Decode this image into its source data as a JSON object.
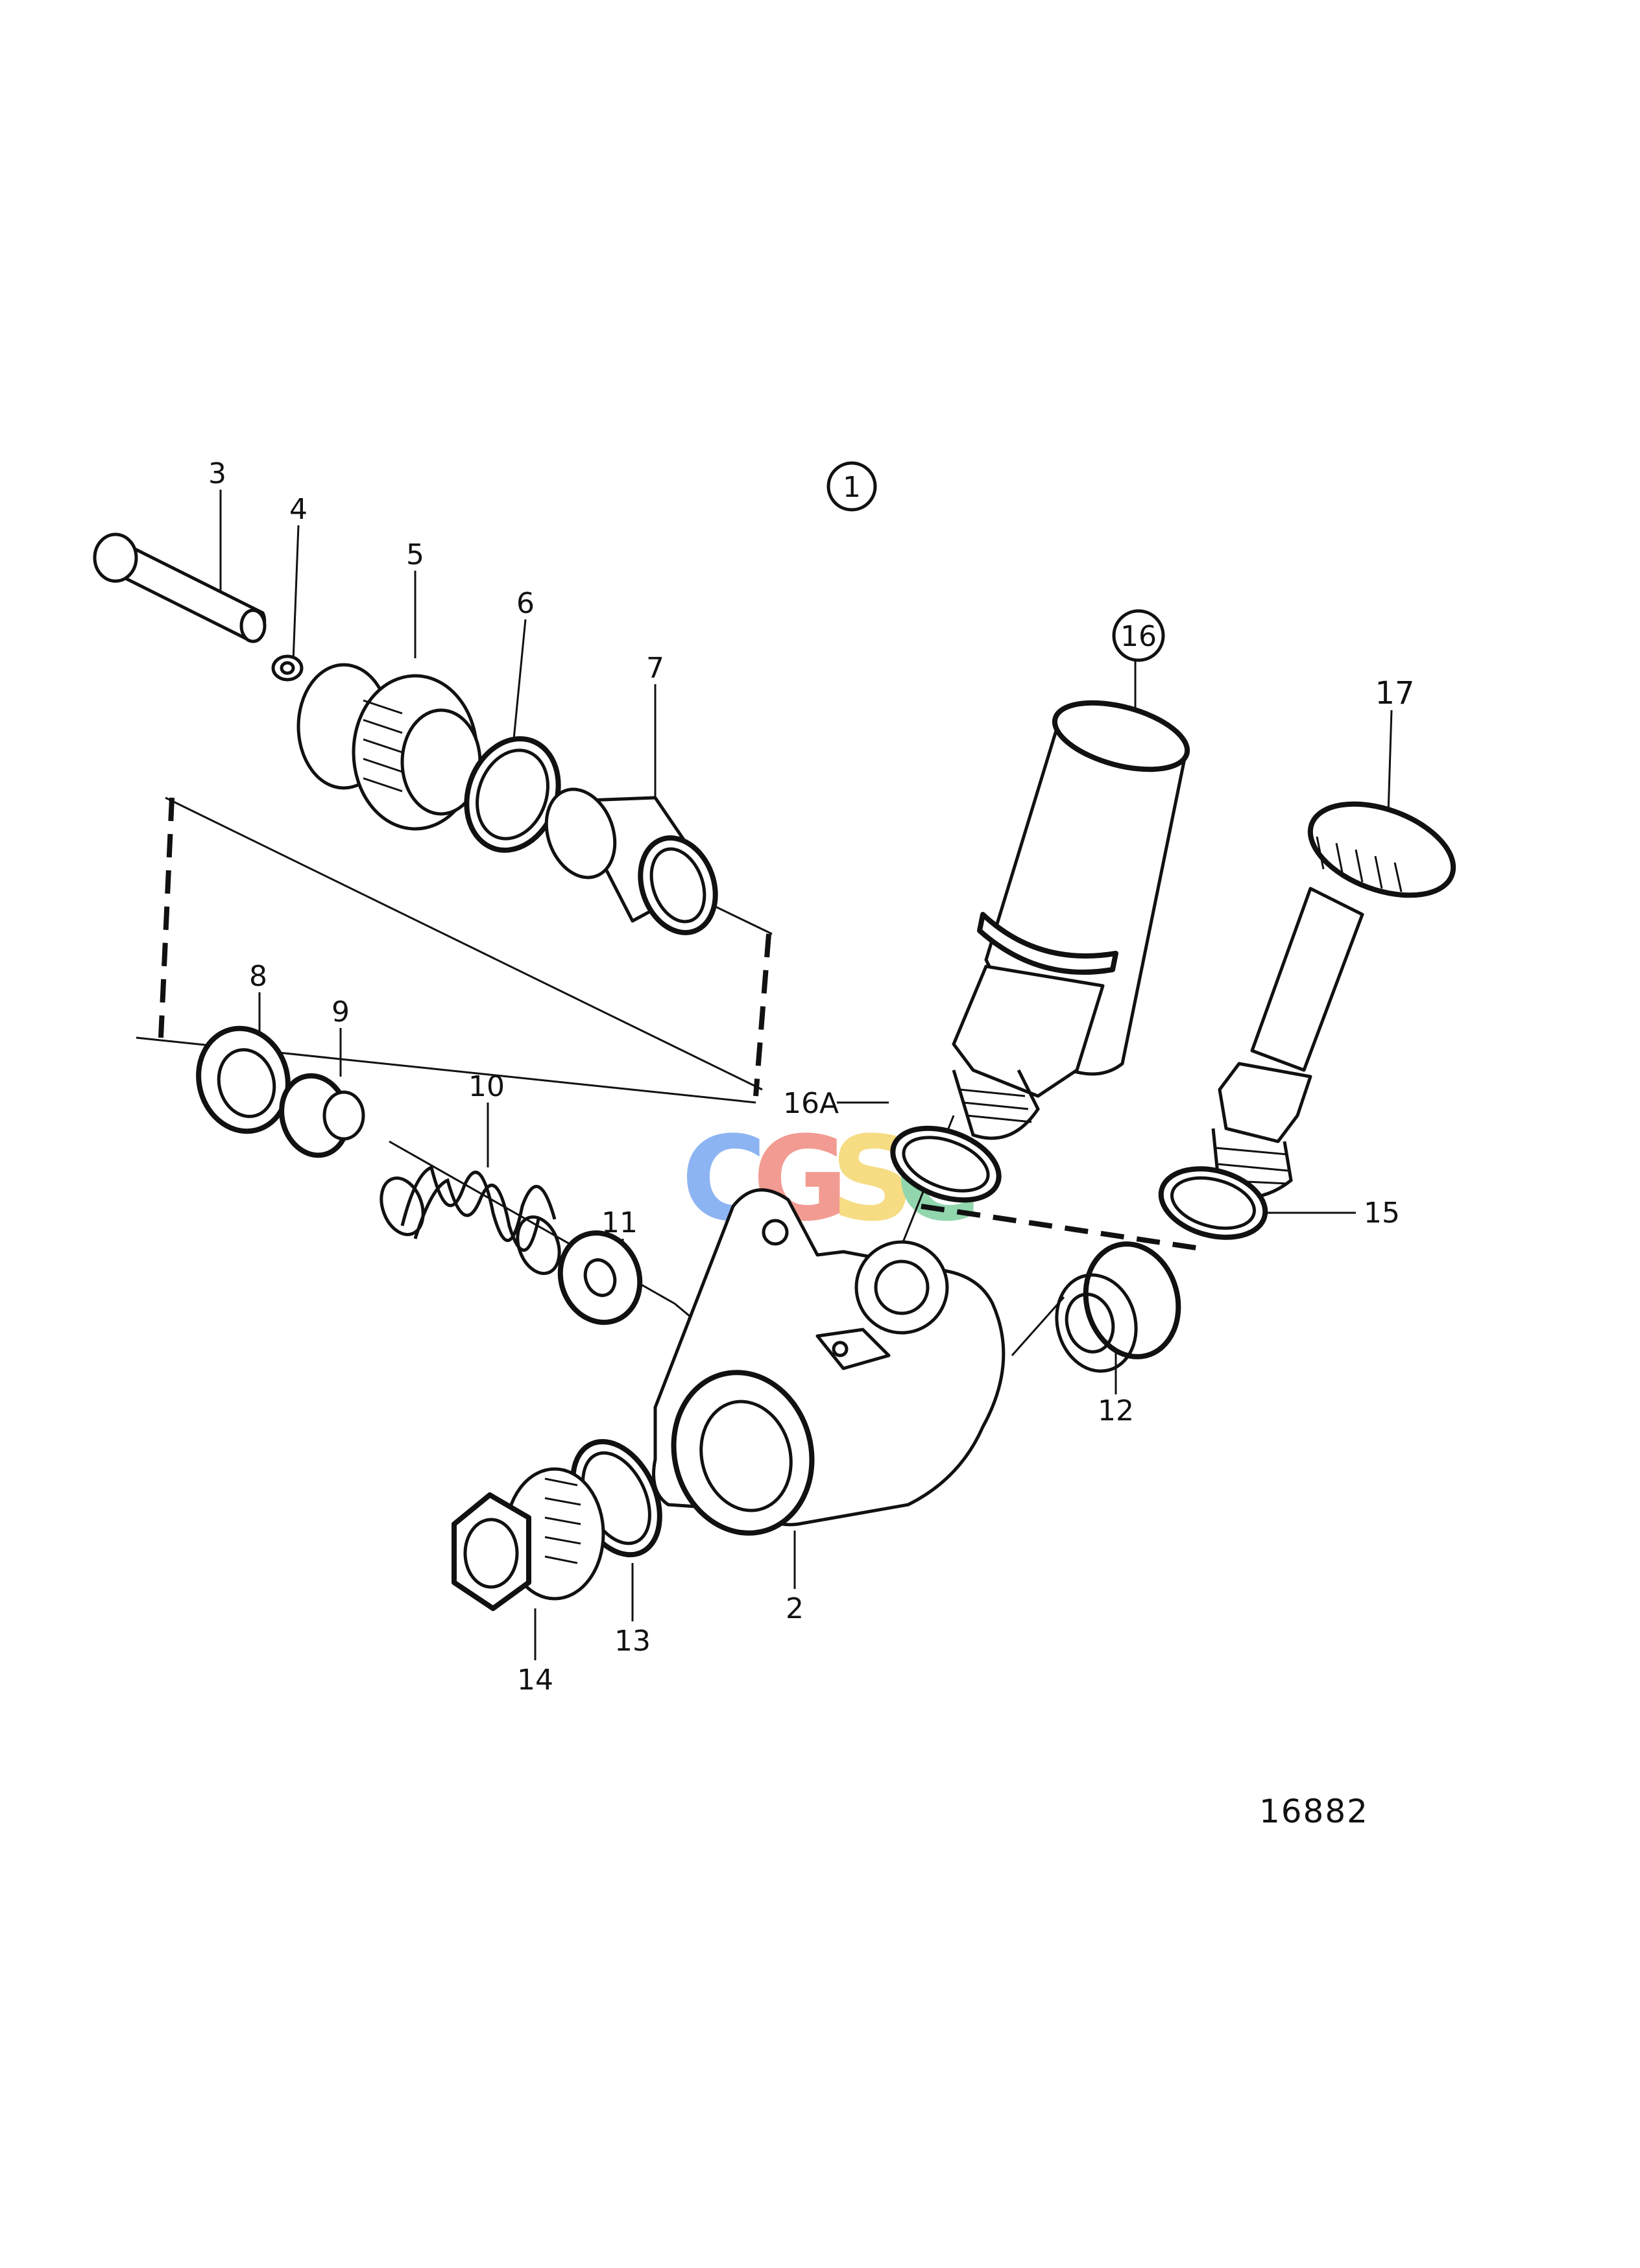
{
  "diagram": {
    "drawing_number": "16882",
    "assembly_callout": "1",
    "callouts": [
      {
        "id": "3",
        "text": "3"
      },
      {
        "id": "4",
        "text": "4"
      },
      {
        "id": "5",
        "text": "5"
      },
      {
        "id": "6",
        "text": "6"
      },
      {
        "id": "7",
        "text": "7"
      },
      {
        "id": "8",
        "text": "8"
      },
      {
        "id": "9",
        "text": "9"
      },
      {
        "id": "10",
        "text": "10"
      },
      {
        "id": "11",
        "text": "11"
      },
      {
        "id": "12",
        "text": "12"
      },
      {
        "id": "13",
        "text": "13"
      },
      {
        "id": "14",
        "text": "14"
      },
      {
        "id": "2",
        "text": "2"
      },
      {
        "id": "15",
        "text": "15"
      },
      {
        "id": "16",
        "text": "16"
      },
      {
        "id": "16A",
        "text": "16A"
      },
      {
        "id": "17",
        "text": "17"
      }
    ],
    "watermark": {
      "letters": [
        "C",
        "G",
        "S",
        "C"
      ],
      "colors": [
        "#7aa7f0",
        "#f08a80",
        "#f5d76e",
        "#7fd0a0"
      ]
    }
  }
}
